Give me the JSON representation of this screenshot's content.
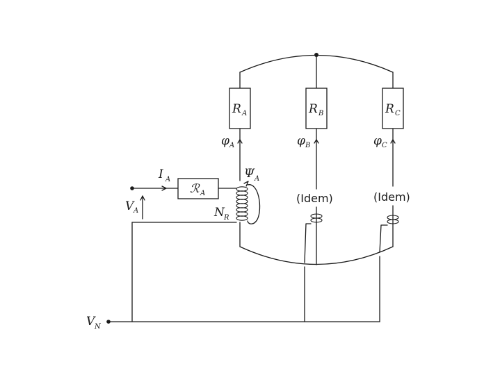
{
  "diagram": {
    "reluctances": [
      {
        "symbol": "R",
        "subscript": "A"
      },
      {
        "symbol": "R",
        "subscript": "B"
      },
      {
        "symbol": "R",
        "subscript": "C"
      }
    ],
    "fluxes": [
      {
        "symbol": "φ",
        "subscript": "A"
      },
      {
        "symbol": "φ",
        "subscript": "B"
      },
      {
        "symbol": "φ",
        "subscript": "C"
      }
    ],
    "idem_labels": [
      "(Idem)",
      "(Idem)"
    ],
    "current": {
      "symbol": "I",
      "subscript": "A"
    },
    "source_reluctance": {
      "symbol": "ℛ",
      "subscript": "A"
    },
    "voltage": {
      "symbol": "V",
      "subscript": "A"
    },
    "linkage": {
      "symbol": "Ψ",
      "subscript": "A"
    },
    "turns": {
      "symbol": "N",
      "subscript": "R"
    },
    "neutral": {
      "symbol": "V",
      "subscript": "N"
    }
  }
}
